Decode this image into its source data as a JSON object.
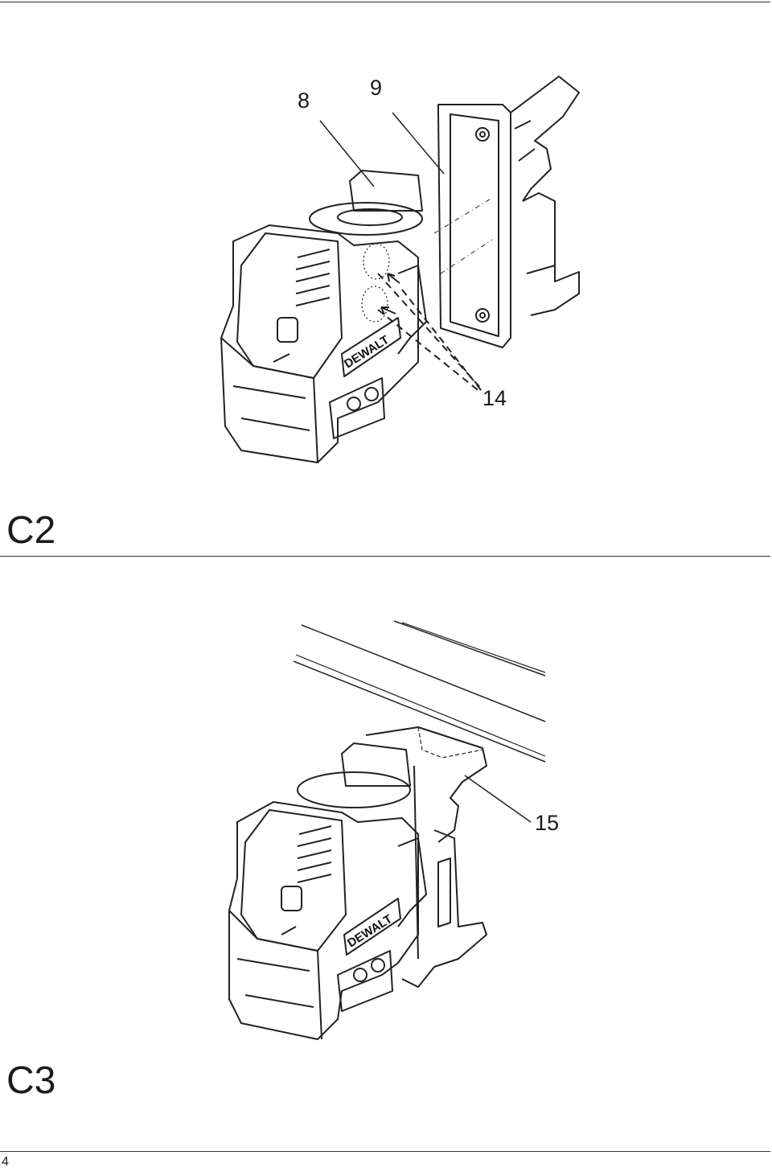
{
  "figures": [
    {
      "label": "C2",
      "callouts": [
        "8",
        "9",
        "14"
      ],
      "logo": "DEWALT"
    },
    {
      "label": "C3",
      "callouts": [
        "15"
      ],
      "logo": "DEWALT"
    }
  ],
  "page_number": "4"
}
